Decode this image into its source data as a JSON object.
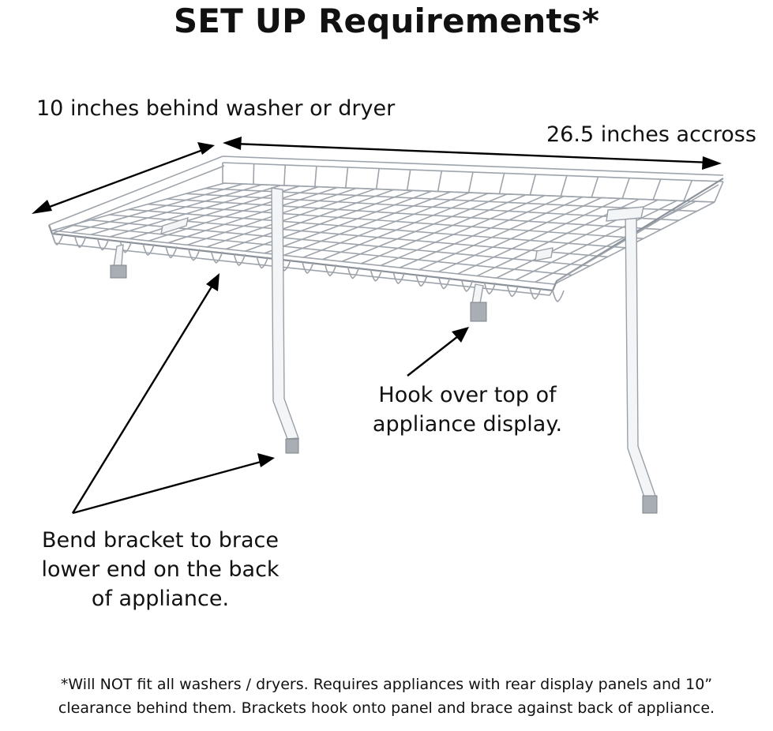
{
  "title": "SET UP Requirements*",
  "labels": {
    "depth": "10 inches behind washer or dryer",
    "width": "26.5 inches accross",
    "hook_line1": "Hook over top of",
    "hook_line2": "appliance display.",
    "bend_line1": "Bend bracket to brace",
    "bend_line2": "lower end on the back",
    "bend_line3": "of appliance."
  },
  "footnote": {
    "line1": "*Will NOT fit all washers / dryers. Requires appliances with rear display panels and 10”",
    "line2": "clearance behind them. Brackets hook onto panel and brace against back of appliance."
  },
  "icons": [
    "wire-shelf-illustration",
    "double-arrow",
    "arrow"
  ]
}
